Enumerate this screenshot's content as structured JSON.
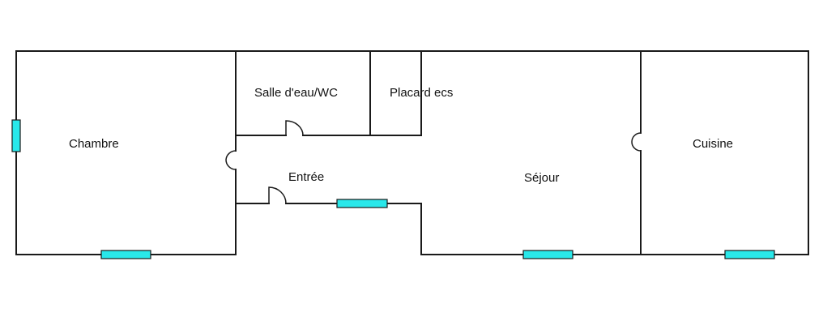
{
  "colors": {
    "wall": "#1a1a1a",
    "window": "#29e8ea",
    "background": "#ffffff"
  },
  "rooms": [
    {
      "id": "chambre",
      "label": "Chambre"
    },
    {
      "id": "salle-eau",
      "label": "Salle d'eau/WC"
    },
    {
      "id": "placard",
      "label": "Placard ecs"
    },
    {
      "id": "entree",
      "label": "Entrée"
    },
    {
      "id": "sejour",
      "label": "Séjour"
    },
    {
      "id": "cuisine",
      "label": "Cuisine"
    }
  ]
}
